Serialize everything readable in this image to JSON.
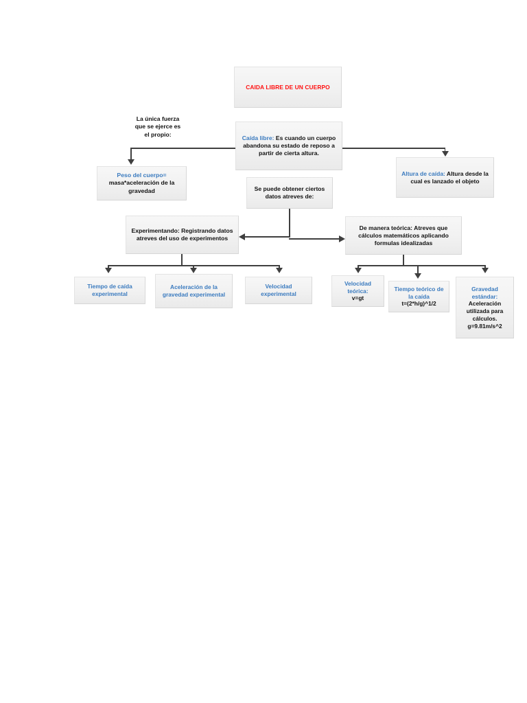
{
  "document": {
    "kind": "concept-map",
    "page_background": "#ffffff",
    "accent_blue": "#3b7bbf",
    "accent_red": "#ff1010",
    "node_fill": "#f1f1f1",
    "connector_color": "#3f3f3f"
  },
  "nodes": {
    "title": {
      "text": "CAIDA LIBRE DE UN CUERPO"
    },
    "definition": {
      "term": "Caída libre:",
      "body": "  Es cuando un cuerpo abandona su estado de reposo a partir de cierta altura."
    },
    "left_label": {
      "line1": "La única fuerza",
      "line2": "que se ejerce es",
      "line3": "el propio:"
    },
    "peso": {
      "term": "Peso del cuerpo=",
      "body": "masa*aceleración de la gravedad"
    },
    "altura": {
      "term": "Altura de caída:",
      "body": " Altura desde la cual es lanzado el objeto"
    },
    "obtener": {
      "text": "Se puede obtener ciertos datos atreves de:"
    },
    "experimental_branch": {
      "text": "Experimentando: Registrando datos atreves del uso de experimentos"
    },
    "teorica_branch": {
      "text": "De manera teórica: Atreves que cálculos matemáticos aplicando formulas idealizadas"
    }
  },
  "leaves": {
    "tiempo_caida_exp": {
      "term": "Tiempo de caída experimental",
      "body": ""
    },
    "aceleracion_grav_exp": {
      "term": "Aceleración de la gravedad experimental",
      "body": ""
    },
    "velocidad_exp": {
      "term": "Velocidad experimental",
      "body": ""
    },
    "velocidad_teorica": {
      "term": "Velocidad teórica:",
      "body": "v=gt"
    },
    "tiempo_teorico": {
      "term": "Tiempo teórico de la caída",
      "body": "t=(2*h/g)^1/2"
    },
    "gravedad_estandar": {
      "term": "Gravedad estándar:",
      "body": "Aceleración utilizada para cálculos. g=9.81m/s^2"
    }
  }
}
